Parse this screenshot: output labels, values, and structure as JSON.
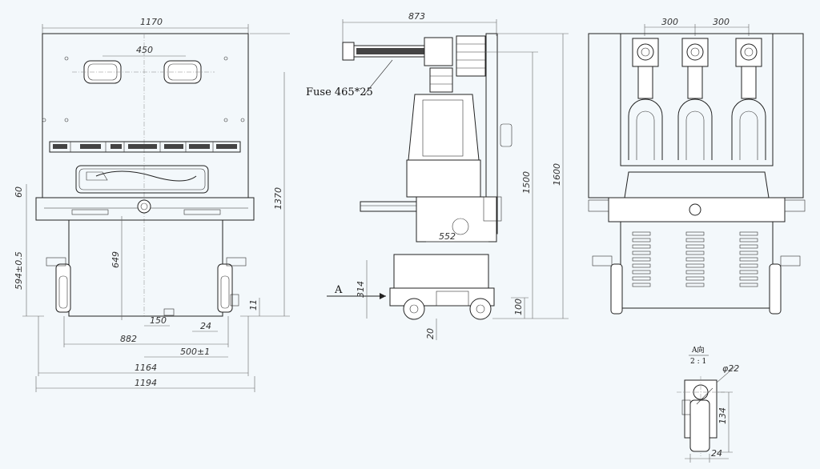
{
  "front_view": {
    "dims": {
      "overall_width_top": "1170",
      "window_spacing": "450",
      "overall_height": "1370",
      "dim_60": "60",
      "dim_594": "594±0.5",
      "dim_649": "649",
      "dim_11": "11",
      "dim_150": "150",
      "dim_24": "24",
      "dim_882": "882",
      "dim_500": "500±1",
      "dim_1164": "1164",
      "dim_1194": "1194"
    }
  },
  "side_view": {
    "fuse_label": "Fuse 465*25",
    "view_arrow_label": "A",
    "dims": {
      "dim_873": "873",
      "dim_1500": "1500",
      "dim_1600": "1600",
      "dim_552": "552",
      "dim_314": "314",
      "dim_100": "100",
      "dim_20": "20"
    }
  },
  "rear_view": {
    "dims": {
      "pitch_left": "300",
      "pitch_right": "300"
    }
  },
  "detail_view": {
    "title": "A向",
    "scale": "2 : 1",
    "dims": {
      "diameter": "φ22",
      "height": "134",
      "width": "24"
    }
  }
}
